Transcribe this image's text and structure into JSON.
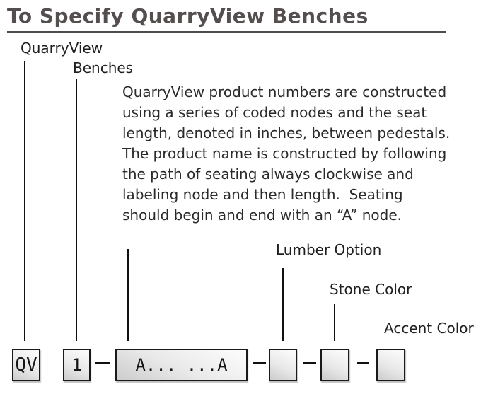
{
  "title": "To Specify QuarryView Benches",
  "labels": {
    "quarryview": "QuarryView",
    "benches": "Benches",
    "lumber_option": "Lumber Option",
    "stone_color": "Stone Color",
    "accent_color": "Accent Color"
  },
  "description": "QuarryView product numbers are constructed\nusing a series of coded nodes and the seat\nlength, denoted in inches, between pedestals.\nThe product name is constructed by following\nthe path of seating always clockwise and\nlabeling node and then length.  Seating\nshould begin and end with an “A” node.",
  "code_boxes": {
    "prefix": "QV",
    "bench_type": "1",
    "node_path": "A... ...A",
    "lumber_option": "",
    "stone_color": "",
    "accent_color": ""
  },
  "colors": {
    "title": "#544f4e",
    "rule": "#4c4c4c",
    "text": "#1f1f1f",
    "connector_line": "#111111",
    "box_border": "#1a1a1a",
    "box_fill_light": "#fdfdfd",
    "box_fill_dark": "#cccccc"
  }
}
